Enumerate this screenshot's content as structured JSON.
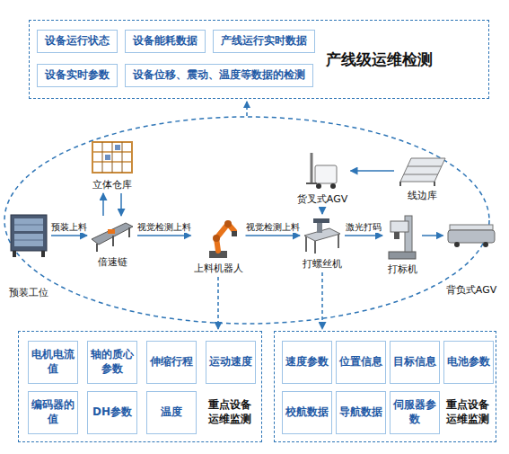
{
  "diagram": {
    "nodes": [
      {
        "text": [
          "产线级运维检测"
        ]
      },
      {
        "text": [
          "设备运行状态"
        ],
        "in": 0
      },
      {
        "text": [
          "设备能耗数据"
        ],
        "in": 0
      },
      {
        "text": [
          "产线运行实时数据"
        ],
        "in": 0
      },
      {
        "text": [
          "设备实时参数"
        ],
        "in": 0
      },
      {
        "text": [
          "设备位移、震动、温度等数据的检测"
        ],
        "in": 0
      },
      {
        "text": [
          "立体仓库"
        ]
      },
      {
        "text": [
          "货叉式AGV"
        ]
      },
      {
        "text": [
          "线边库"
        ]
      },
      {
        "text": [
          "预装工位"
        ]
      },
      {
        "text": [
          "倍速链"
        ]
      },
      {
        "text": [
          "上料机器人"
        ]
      },
      {
        "text": [
          "打螺丝机"
        ]
      },
      {
        "text": [
          "打标机"
        ]
      },
      {
        "text": [
          "背负式AGV"
        ]
      },
      {
        "text": [
          "重点设备运维监测"
        ]
      },
      {
        "text": [
          "电机电流值"
        ],
        "in": 15
      },
      {
        "text": [
          "轴的质心参数"
        ],
        "in": 15
      },
      {
        "text": [
          "伸缩行程"
        ],
        "in": 15
      },
      {
        "text": [
          "运动速度"
        ],
        "in": 15
      },
      {
        "text": [
          "编码器的值"
        ],
        "in": 15
      },
      {
        "text": [
          "DH参数"
        ],
        "in": 15
      },
      {
        "text": [
          "温度"
        ],
        "in": 15
      },
      {
        "text": [
          "重点设备运维监测"
        ]
      },
      {
        "text": [
          "速度参数"
        ],
        "in": 23
      },
      {
        "text": [
          "位置信息"
        ],
        "in": 23
      },
      {
        "text": [
          "目标信息"
        ],
        "in": 23
      },
      {
        "text": [
          "电池参数"
        ],
        "in": 23
      },
      {
        "text": [
          "校航数据"
        ],
        "in": 23
      },
      {
        "text": [
          "导航数据"
        ],
        "in": 23
      },
      {
        "text": [
          "伺服器参数"
        ],
        "in": 23
      }
    ],
    "edges": [
      {
        "from": 9,
        "to": 10,
        "arrow": "to",
        "label": "预装上料"
      },
      {
        "from": 10,
        "to": 6,
        "arrow": "to"
      },
      {
        "from": 6,
        "to": 10,
        "arrow": "to"
      },
      {
        "from": 10,
        "to": 11,
        "arrow": "to",
        "label": "视觉检测上料"
      },
      {
        "from": 11,
        "to": 12,
        "arrow": "to",
        "label": "视觉检测上料"
      },
      {
        "from": 12,
        "to": 13,
        "arrow": "to",
        "label": "激光打码"
      },
      {
        "from": 13,
        "to": 14,
        "arrow": "to"
      },
      {
        "from": 8,
        "to": 7,
        "arrow": "to"
      },
      {
        "from": 7,
        "to": 12,
        "arrow": "to"
      },
      {
        "from": 11,
        "to": 15,
        "arrow": "to"
      },
      {
        "from": 12,
        "to": 23,
        "arrow": "to"
      }
    ]
  }
}
